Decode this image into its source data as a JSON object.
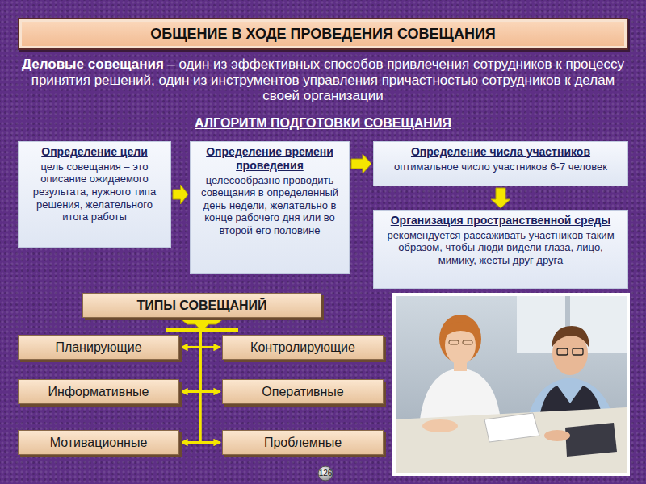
{
  "diagram": {
    "title": "ОБЩЕНИЕ В ХОДЕ ПРОВЕДЕНИЯ СОВЕЩАНИЯ",
    "nodes": [
      {
        "text": [
          "Определение цели",
          "цель совещания – это описание ожидаемого результата, нужного типа решения, желательного итога работы"
        ]
      },
      {
        "text": [
          "Определение времени проведения",
          "целесообразно проводить совещания в определенный день недели, желательно в конце рабочего дня или во второй его половине"
        ]
      },
      {
        "text": [
          "Определение числа участников",
          "оптимальное число участников 6-7 человек"
        ]
      },
      {
        "text": [
          "Организация пространственной среды",
          "рекомендуется рассаживать участников таким образом, чтобы люди видели глаза, лицо, мимику, жесты друг друга"
        ]
      },
      {
        "text": [
          "ТИПЫ СОВЕЩАНИЙ"
        ]
      },
      {
        "text": [
          "Планирующие"
        ]
      },
      {
        "text": [
          "Контролирующие"
        ]
      },
      {
        "text": [
          "Информативные"
        ]
      },
      {
        "text": [
          "Оперативные"
        ]
      },
      {
        "text": [
          "Мотивационные"
        ]
      },
      {
        "text": [
          "Проблемные"
        ]
      }
    ],
    "edges": [
      {
        "from": 0,
        "to": 1,
        "arrow": "to"
      },
      {
        "from": 1,
        "to": 2,
        "arrow": "to"
      },
      {
        "from": 2,
        "to": 3,
        "arrow": "to"
      },
      {
        "from": 4,
        "to": 5,
        "arrow": "to"
      },
      {
        "from": 4,
        "to": 6,
        "arrow": "to"
      },
      {
        "from": 4,
        "to": 7,
        "arrow": "to"
      },
      {
        "from": 4,
        "to": 8,
        "arrow": "to"
      },
      {
        "from": 4,
        "to": 9,
        "arrow": "to"
      },
      {
        "from": 4,
        "to": 10,
        "arrow": "to"
      }
    ],
    "labels": [
      "Деловые совещания",
      "– один из эффективных способов привлечения сотрудников к процессу принятия решений, один из инструментов управления причастностью сотрудников к делам своей организации",
      "АЛГОРИТМ ПОДГОТОВКИ СОВЕЩАНИЯ",
      "126"
    ]
  }
}
